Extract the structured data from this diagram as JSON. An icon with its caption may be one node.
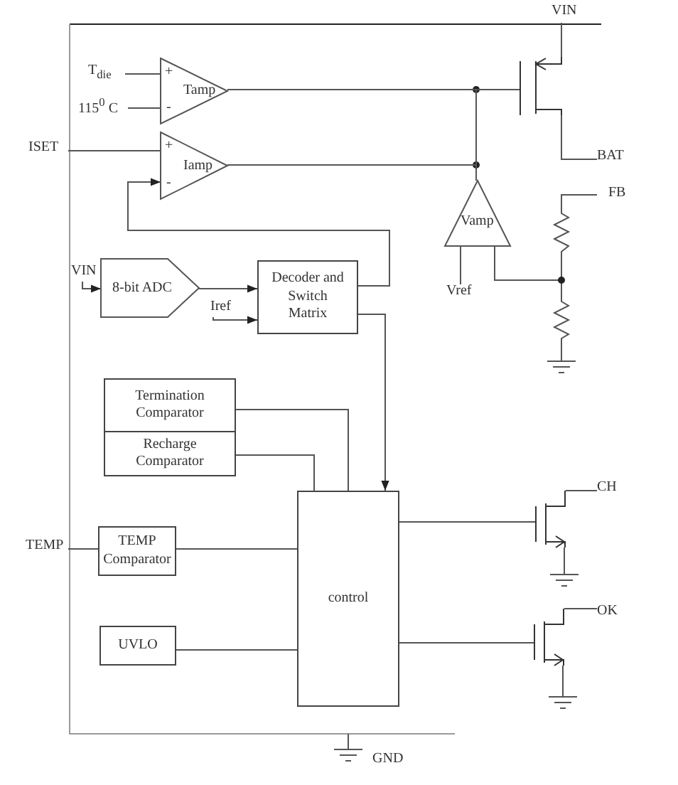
{
  "diagram": {
    "nodes": [
      {
        "text": [
          "T$_{die}$"
        ]
      },
      {
        "text": [
          "115$^{0}$ C"
        ]
      },
      {
        "text": [
          "+",
          "-",
          "Tamp"
        ]
      },
      {
        "text": [
          "ISET"
        ]
      },
      {
        "text": [
          "+",
          "-",
          "Iamp"
        ]
      },
      {
        "text": [
          "VIN"
        ]
      },
      {
        "text": [
          "8-bit  ADC"
        ]
      },
      {
        "text": [
          "Iref"
        ]
      },
      {
        "text": [
          "Decoder and Switch Matrix"
        ]
      },
      {
        "text": [
          "Termination Comparator"
        ]
      },
      {
        "text": [
          "Recharge Comparator"
        ]
      },
      {
        "text": [
          "TEMP"
        ]
      },
      {
        "text": [
          "TEMP Comparator"
        ]
      },
      {
        "text": [
          "UVLO"
        ]
      },
      {
        "text": [
          "control"
        ]
      },
      {
        "text": [],
        "shape": "transistor"
      },
      {
        "text": [
          "VIN"
        ]
      },
      {
        "text": [
          "BAT"
        ]
      },
      {
        "text": [
          "Vamp"
        ]
      },
      {
        "text": [
          "Vref"
        ]
      },
      {
        "text": [],
        "shape": "transistor"
      },
      {
        "text": [
          "CH"
        ]
      },
      {
        "text": [],
        "shape": "transistor"
      },
      {
        "text": [
          "OK"
        ]
      }
    ],
    "edges": [
      {
        "from": 0,
        "to": 2,
        "arrow": "none"
      },
      {
        "from": 1,
        "to": 2,
        "arrow": "none"
      },
      {
        "from": 2,
        "to": 15,
        "arrow": "none"
      },
      {
        "from": 3,
        "to": 4,
        "arrow": "none"
      },
      {
        "from": 4,
        "to": 15,
        "arrow": "none"
      },
      {
        "from": 18,
        "to": 15,
        "arrow": "none"
      },
      {
        "from": 8,
        "to": 4,
        "arrow": "to"
      },
      {
        "from": 5,
        "to": 6,
        "arrow": "to"
      },
      {
        "from": 6,
        "to": 8,
        "arrow": "to"
      },
      {
        "from": 7,
        "to": 8,
        "arrow": "to"
      },
      {
        "from": 8,
        "to": 14,
        "arrow": "to"
      },
      {
        "from": 9,
        "to": 14,
        "arrow": "none"
      },
      {
        "from": 10,
        "to": 14,
        "arrow": "none"
      },
      {
        "from": 11,
        "to": 12,
        "arrow": "none"
      },
      {
        "from": 12,
        "to": 14,
        "arrow": "none"
      },
      {
        "from": 13,
        "to": 14,
        "arrow": "none"
      },
      {
        "from": 14,
        "to": 20,
        "arrow": "none"
      },
      {
        "from": 14,
        "to": 22,
        "arrow": "none"
      },
      {
        "from": 16,
        "to": 15,
        "arrow": "none"
      },
      {
        "from": 15,
        "to": 17,
        "arrow": "none"
      },
      {
        "from": 20,
        "to": 21,
        "arrow": "none"
      },
      {
        "from": 22,
        "to": 23,
        "arrow": "none"
      },
      {
        "from": 19,
        "to": 18,
        "arrow": "none"
      }
    ],
    "labels": [
      "FB",
      "GND"
    ]
  }
}
